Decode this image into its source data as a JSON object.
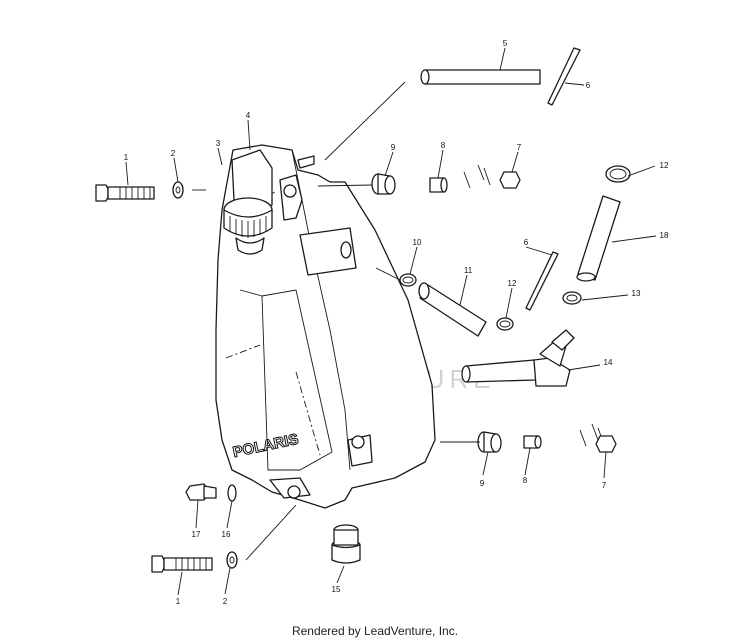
{
  "watermark": {
    "text": "LEADVENTURE",
    "color": "#d2d2d2"
  },
  "tank_logo": "POLARIS",
  "footer": {
    "credit": "Rendered by LeadVenture, Inc."
  },
  "callouts": {
    "c1_top": "1",
    "c2_top": "2",
    "c3": "3",
    "c4": "4",
    "c5": "5",
    "c6_top": "6",
    "c6_mid": "6",
    "c7_top": "7",
    "c7_bottom": "7",
    "c8_top": "8",
    "c8_bottom": "8",
    "c9_top": "9",
    "c9_bottom": "9",
    "c10": "10",
    "c11": "11",
    "c12_top": "12",
    "c12_mid": "12",
    "c13": "13",
    "c14": "14",
    "c15": "15",
    "c16": "16",
    "c17": "17",
    "c18": "18",
    "c1_bottom": "1",
    "c2_bottom": "2"
  }
}
